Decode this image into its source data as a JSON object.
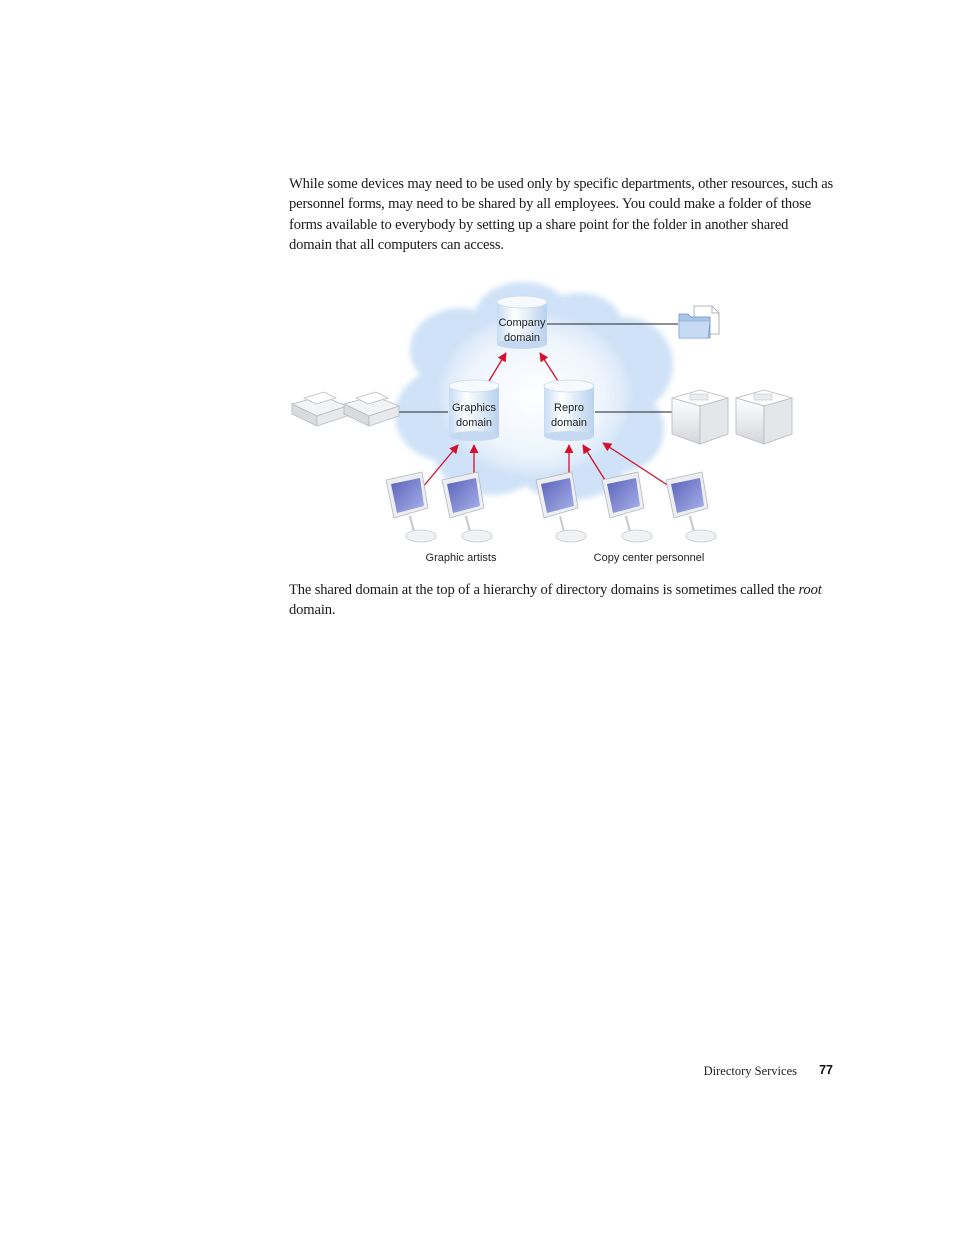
{
  "body": {
    "paragraph1": "While some devices may need to be used only by specific departments, other resources, such as personnel forms, may need to be shared by all employees. You could make a folder of those forms available to everybody by setting up a share point for the folder in another shared domain that all computers can access.",
    "paragraph2_before": "The shared domain at the top of a hierarchy of directory domains is sometimes called the ",
    "paragraph2_italic": "root",
    "paragraph2_after": " domain."
  },
  "diagram": {
    "company_domain": [
      "Company",
      "domain"
    ],
    "graphics_domain": [
      "Graphics",
      "domain"
    ],
    "repro_domain": [
      "Repro",
      "domain"
    ],
    "group_label_left": "Graphic artists",
    "group_label_right": "Copy center personnel",
    "arrow_color": "#d6102c",
    "cloud_color": "#d7e7f8"
  },
  "footer": {
    "section_title": "Directory Services",
    "page_number": "77"
  }
}
